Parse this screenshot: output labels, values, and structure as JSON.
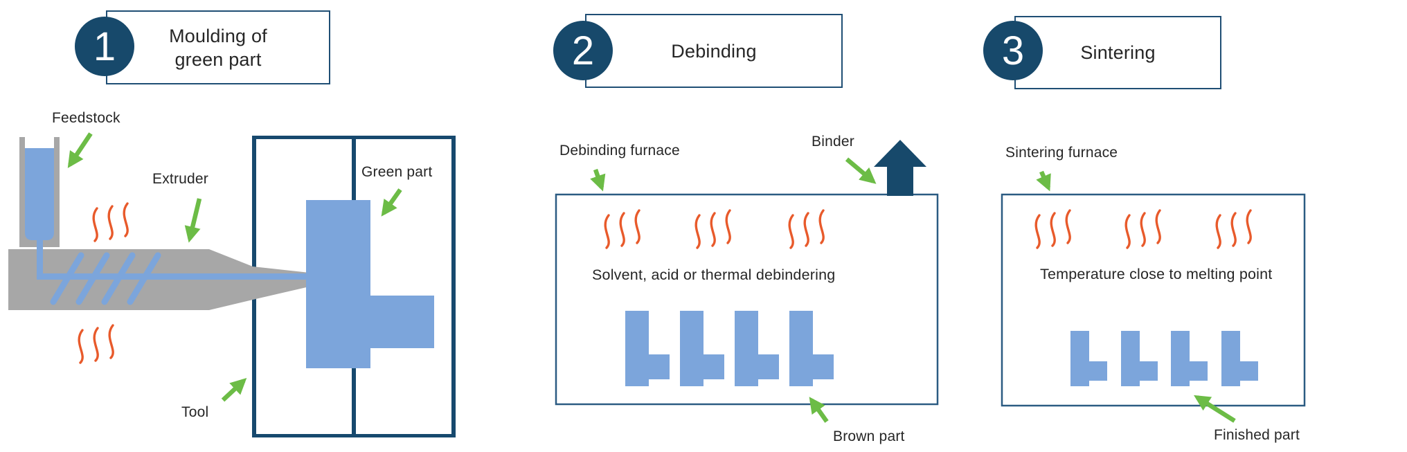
{
  "diagram": {
    "steps": [
      {
        "number": "1",
        "title_lines": [
          "Moulding of",
          "green part"
        ]
      },
      {
        "number": "2",
        "title_lines": [
          "Debinding"
        ]
      },
      {
        "number": "3",
        "title_lines": [
          "Sintering"
        ]
      }
    ],
    "labels": {
      "feedstock": "Feedstock",
      "extruder": "Extruder",
      "green_part": "Green part",
      "tool": "Tool",
      "debinding_furnace": "Debinding furnace",
      "binder": "Binder",
      "debinding_process": "Solvent, acid or thermal debindering",
      "brown_part": "Brown part",
      "sintering_furnace": "Sintering furnace",
      "sintering_process": "Temperature close to melting point",
      "finished_part": "Finished part"
    },
    "colors": {
      "step_circle": "#17496b",
      "title_box_border": "#1f4e74",
      "furnace_border": "#2b5b82",
      "part_blue": "#7ca5db",
      "machine_gray": "#a7a7a7",
      "arrow_green": "#6cbc46",
      "heat_orange": "#e85a2b",
      "binder_arrow_navy": "#17496b",
      "text": "#262626"
    }
  }
}
